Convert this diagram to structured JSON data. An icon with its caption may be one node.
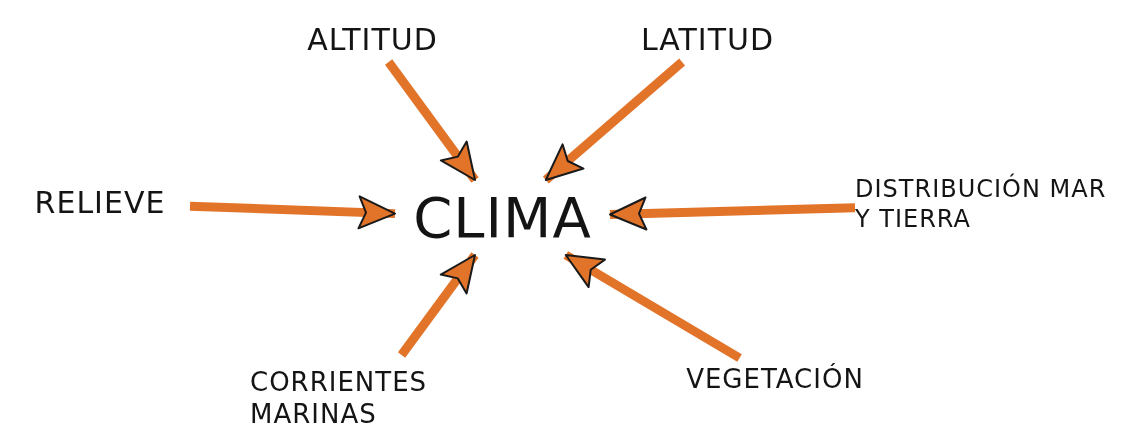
{
  "diagram": {
    "nodes": [
      {
        "text": [
          "CLIMA"
        ]
      },
      {
        "text": [
          "ALTITUD"
        ]
      },
      {
        "text": [
          "LATITUD"
        ]
      },
      {
        "text": [
          "RELIEVE"
        ]
      },
      {
        "text": [
          "DISTRIBUCIÓN MAR Y TIERRA"
        ]
      },
      {
        "text": [
          "CORRIENTES MARINAS"
        ]
      },
      {
        "text": [
          "VEGETACIÓN"
        ]
      }
    ],
    "edges": [
      {
        "from": 1,
        "to": 0,
        "arrow": "to"
      },
      {
        "from": 2,
        "to": 0,
        "arrow": "to"
      },
      {
        "from": 3,
        "to": 0,
        "arrow": "to"
      },
      {
        "from": 4,
        "to": 0,
        "arrow": "to"
      },
      {
        "from": 5,
        "to": 0,
        "arrow": "to"
      },
      {
        "from": 6,
        "to": 0,
        "arrow": "to"
      }
    ]
  }
}
